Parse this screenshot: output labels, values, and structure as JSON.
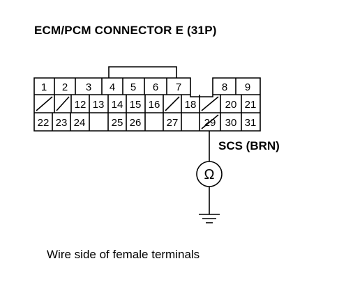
{
  "title": "ECM/PCM CONNECTOR E (31P)",
  "connector": {
    "row1": [
      "1",
      "2",
      "3",
      "4",
      "5",
      "6",
      "7",
      "",
      "8",
      "9"
    ],
    "row2": [
      "",
      "",
      "12",
      "13",
      "14",
      "15",
      "16",
      "",
      "18",
      "",
      "20",
      "21"
    ],
    "row3": [
      "22",
      "23",
      "24",
      "",
      "25",
      "26",
      "",
      "27",
      "",
      "29",
      "30",
      "31"
    ]
  },
  "signal_label": "SCS (BRN)",
  "meter_symbol": "Ω",
  "caption": "Wire side of female terminals"
}
